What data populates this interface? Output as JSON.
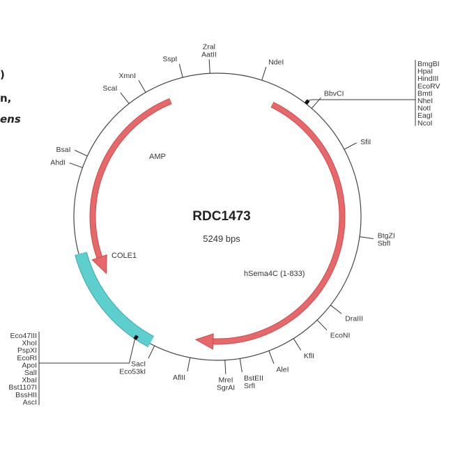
{
  "side_text": [
    {
      "text": ")",
      "italic": false
    },
    {
      "text": "n,",
      "italic": false
    },
    {
      "text": "ens",
      "italic": true
    }
  ],
  "plasmid": {
    "name": "RDC1473",
    "size_label": "5249 bps",
    "size_bp": 5249
  },
  "features": [
    {
      "name": "AMP",
      "label": "AMP",
      "start_deg": 338,
      "end_deg": 243,
      "direction": "ccw",
      "color": "#e8686a"
    },
    {
      "name": "hSema4C",
      "label": "hSema4C (1-833)",
      "start_deg": 26,
      "end_deg": 190,
      "direction": "cw",
      "color": "#e8686a"
    },
    {
      "name": "COLE1",
      "label": "COLE1",
      "start_deg": 255,
      "end_deg": 208,
      "direction": "none",
      "color": "#5ecfcf"
    }
  ],
  "sites": [
    {
      "labels": [
        "Zral",
        "AatII"
      ],
      "deg": 357
    },
    {
      "labels": [
        "SspI"
      ],
      "deg": 346
    },
    {
      "labels": [
        "XmnI"
      ],
      "deg": 330
    },
    {
      "labels": [
        "ScaI"
      ],
      "deg": 322
    },
    {
      "labels": [
        "NdeI"
      ],
      "deg": 18
    },
    {
      "labels": [
        "BbvCI"
      ],
      "deg": 41
    },
    {
      "labels": [
        "SfiI"
      ],
      "deg": 62
    },
    {
      "labels": [
        "BtgZI",
        "SbfI"
      ],
      "deg": 98
    },
    {
      "labels": [
        "DraIII"
      ],
      "deg": 128
    },
    {
      "labels": [
        "EcoNI"
      ],
      "deg": 136
    },
    {
      "labels": [
        "KflI"
      ],
      "deg": 148
    },
    {
      "labels": [
        "AleI"
      ],
      "deg": 159
    },
    {
      "labels": [
        "BstEII",
        "SrfI"
      ],
      "deg": 171
    },
    {
      "labels": [
        "MreI",
        "SgrAI"
      ],
      "deg": 177
    },
    {
      "labels": [
        "AflII"
      ],
      "deg": 191
    },
    {
      "labels": [
        "SacI",
        "Eco53kI"
      ],
      "deg": 206
    },
    {
      "labels": [
        "BsaI"
      ],
      "deg": 295
    },
    {
      "labels": [
        "AhdI"
      ],
      "deg": 290
    }
  ],
  "mcs_top": {
    "deg": 38,
    "labels": [
      "BmgBI",
      "HpaI",
      "HindIII",
      "EcoRV",
      "BmtI",
      "NheI",
      "NotI",
      "EagI",
      "NcoI"
    ]
  },
  "mcs_bottom": {
    "deg": 214,
    "labels": [
      "Eco47III",
      "XhoI",
      "PspXI",
      "EcoRI",
      "ApoI",
      "SalI",
      "XbaI",
      "Bst1107I",
      "BssHII",
      "AscI"
    ]
  }
}
